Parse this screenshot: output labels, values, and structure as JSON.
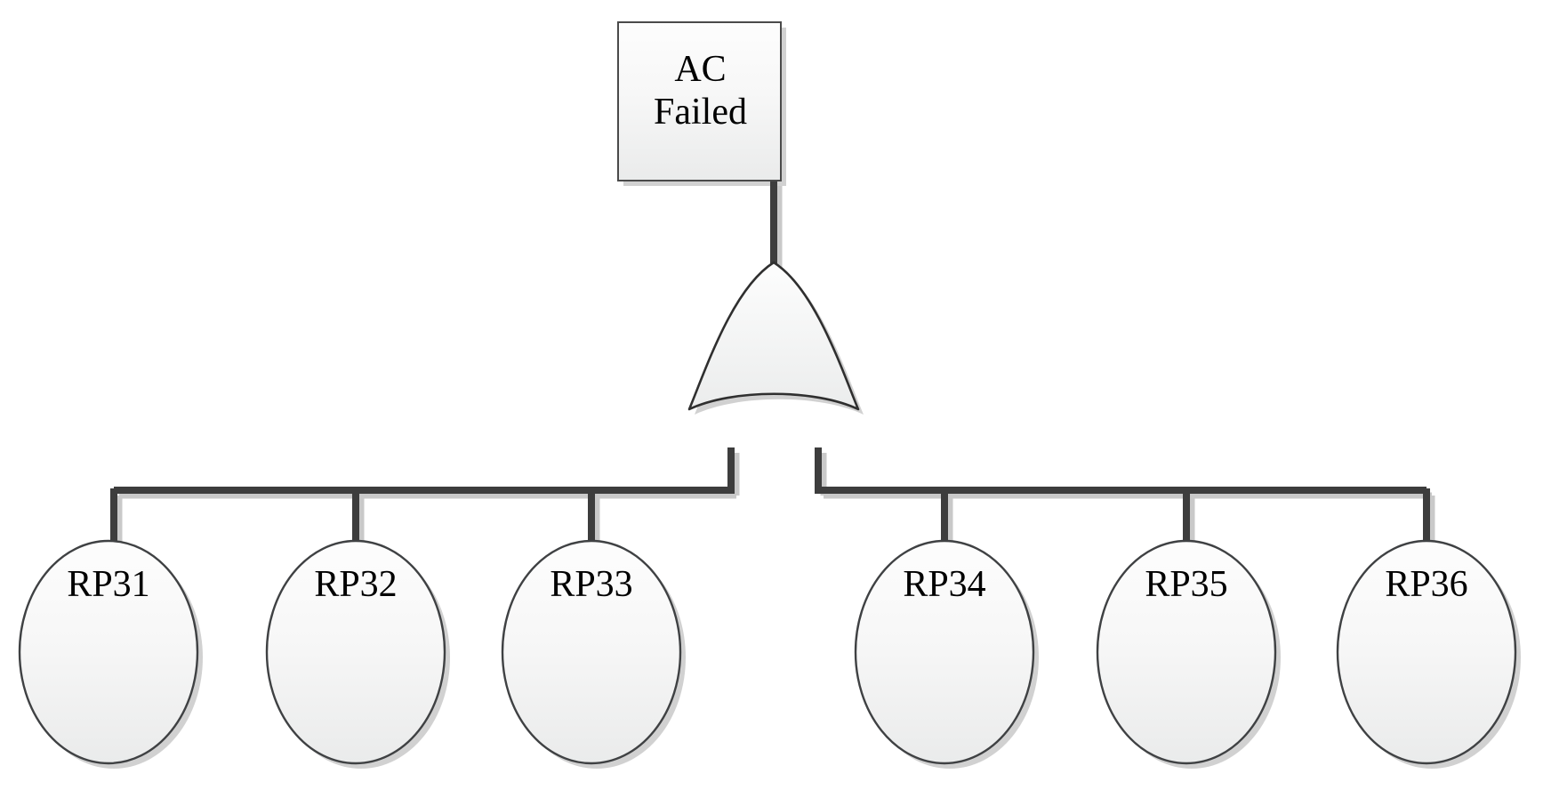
{
  "diagram": {
    "type": "fault-tree",
    "background_color": "#ffffff",
    "line_color": "#3d3d3d",
    "shape_stroke_color": "#404040",
    "shape_fill_top": "#fcfcfc",
    "shape_fill_bottom": "#eceded",
    "shadow_color": "#c9c9c9"
  },
  "top_event": {
    "shape": "rectangle",
    "label": "AC\nFailed",
    "line1": "AC",
    "line2": "Failed"
  },
  "gate": {
    "type": "or-gate",
    "name": "or-gate",
    "label": ""
  },
  "basic_events": [
    {
      "id": "rp31",
      "label": "RP31",
      "shape": "ellipse"
    },
    {
      "id": "rp32",
      "label": "RP32",
      "shape": "ellipse"
    },
    {
      "id": "rp33",
      "label": "RP33",
      "shape": "ellipse"
    },
    {
      "id": "rp34",
      "label": "RP34",
      "shape": "ellipse"
    },
    {
      "id": "rp35",
      "label": "RP35",
      "shape": "ellipse"
    },
    {
      "id": "rp36",
      "label": "RP36",
      "shape": "ellipse"
    }
  ]
}
